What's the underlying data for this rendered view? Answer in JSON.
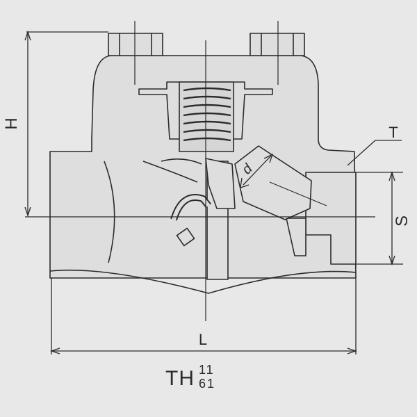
{
  "dimensions": {
    "height": "H",
    "length": "L",
    "thread": "T",
    "socket": "S",
    "diameter": "d"
  },
  "model": {
    "prefix": "TH",
    "superscript": "11",
    "subscript": "61"
  },
  "colors": {
    "background": "#e8e8e8",
    "body_fill": "#dedede",
    "line": "#2b2b2b"
  }
}
